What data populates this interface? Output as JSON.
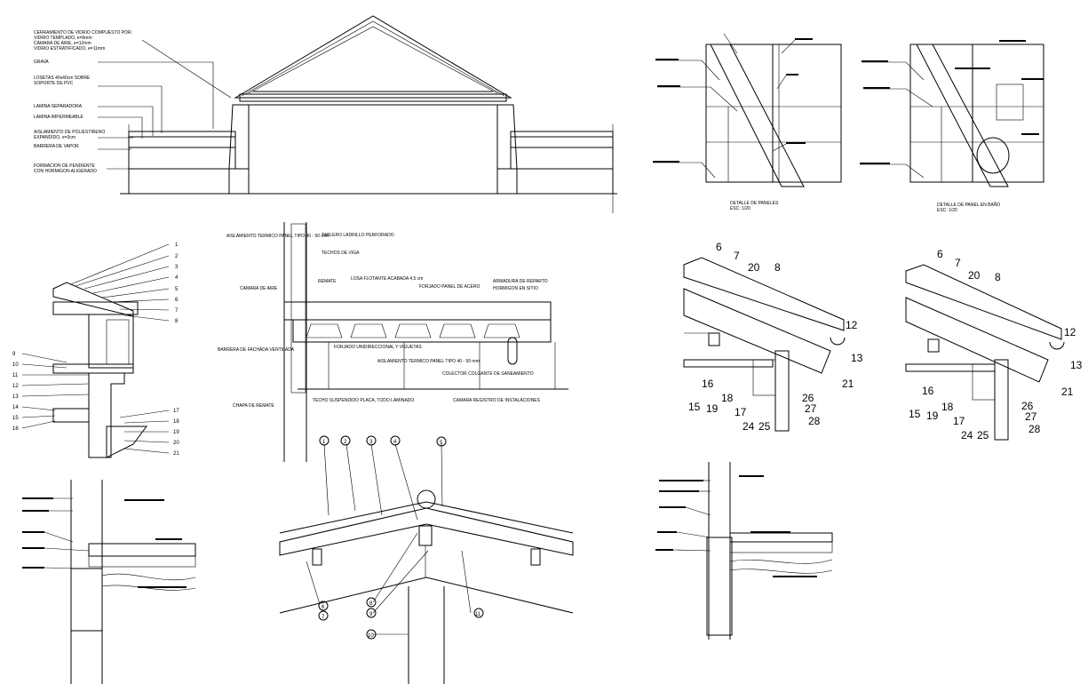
{
  "section_top": {
    "labels": [
      "CERRAMIENTO DE VIDRIO COMPUESTO POR:",
      "VIDRIO TEMPLADO, e=6mm",
      "CAMARA DE AIRE, e=12mm",
      "VIDRIO ESTRATIFICADO, e=11mm",
      "GRAVA",
      "LOSETAS 40x40cm SOBRE",
      "SOPORTE DE PVC",
      "LAMINA SEPARADORA",
      "LAMINA IMPERMEABLE",
      "AISLAMIENTO DE POLIESTIRENO",
      "EXPANDIDO, e=3cm",
      "BARRERA DE VAPOR",
      "FORMACION DE PENDIENTE",
      "CON HORMIGON ALIGERADO"
    ]
  },
  "panel_details": {
    "caption_left_1": "DETALLE DE PANELES",
    "caption_left_2": "ESC: 1/20",
    "caption_right_1": "DETALLE DE PANEL EN BAÑO",
    "caption_right_2": "ESC: 1/20"
  },
  "eave_detail": {
    "numbers": [
      "1",
      "2",
      "3",
      "4",
      "5",
      "6",
      "7",
      "8",
      "9",
      "10",
      "11",
      "12",
      "13",
      "14",
      "15",
      "16",
      "17",
      "18",
      "19",
      "20",
      "21"
    ]
  },
  "wall_section": {
    "labels": [
      "AISLAMIENTO TERMICO PANEL TIPO 40 - 50 mm",
      "TABLERO LADRILLO PERFORADO",
      "TECHOS DE VIGA",
      "CAMARA DE AIRE",
      "REMATE",
      "LOSA FLOTANTE ACABADA 4,5 cm",
      "FORJADO PANEL DE ACERO",
      "ARMADURA DE REPARTO",
      "HORMIGON EN SITIO",
      "FORJADO UNIDIRECCIONAL Y VIGUETAS",
      "AISLAMIENTO TERMICO PANEL TIPO 40 - 50 mm",
      "COLECTOR COLGANTE DE SANEAMIENTO",
      "BARRERA DE FACHADA VENTILADA",
      "CHAPA DE REMATE",
      "TECHO SUSPENDIDO PLACA, TODO LAMINADO",
      "CAMARA REGISTRO DE INSTALACIONES"
    ]
  },
  "roof_detail_a": {
    "numbers": [
      "6",
      "7",
      "20",
      "8",
      "12",
      "13",
      "21",
      "26",
      "27",
      "28",
      "15",
      "16",
      "19",
      "18",
      "17",
      "24",
      "25"
    ]
  },
  "roof_detail_b": {
    "numbers": [
      "6",
      "7",
      "20",
      "8",
      "12",
      "13",
      "21",
      "26",
      "27",
      "28",
      "15",
      "16",
      "19",
      "18",
      "17",
      "24",
      "25"
    ]
  },
  "ridge_detail": {
    "callouts": [
      "1",
      "2",
      "3",
      "4",
      "5",
      "6",
      "7",
      "8",
      "9",
      "10",
      "11"
    ]
  }
}
